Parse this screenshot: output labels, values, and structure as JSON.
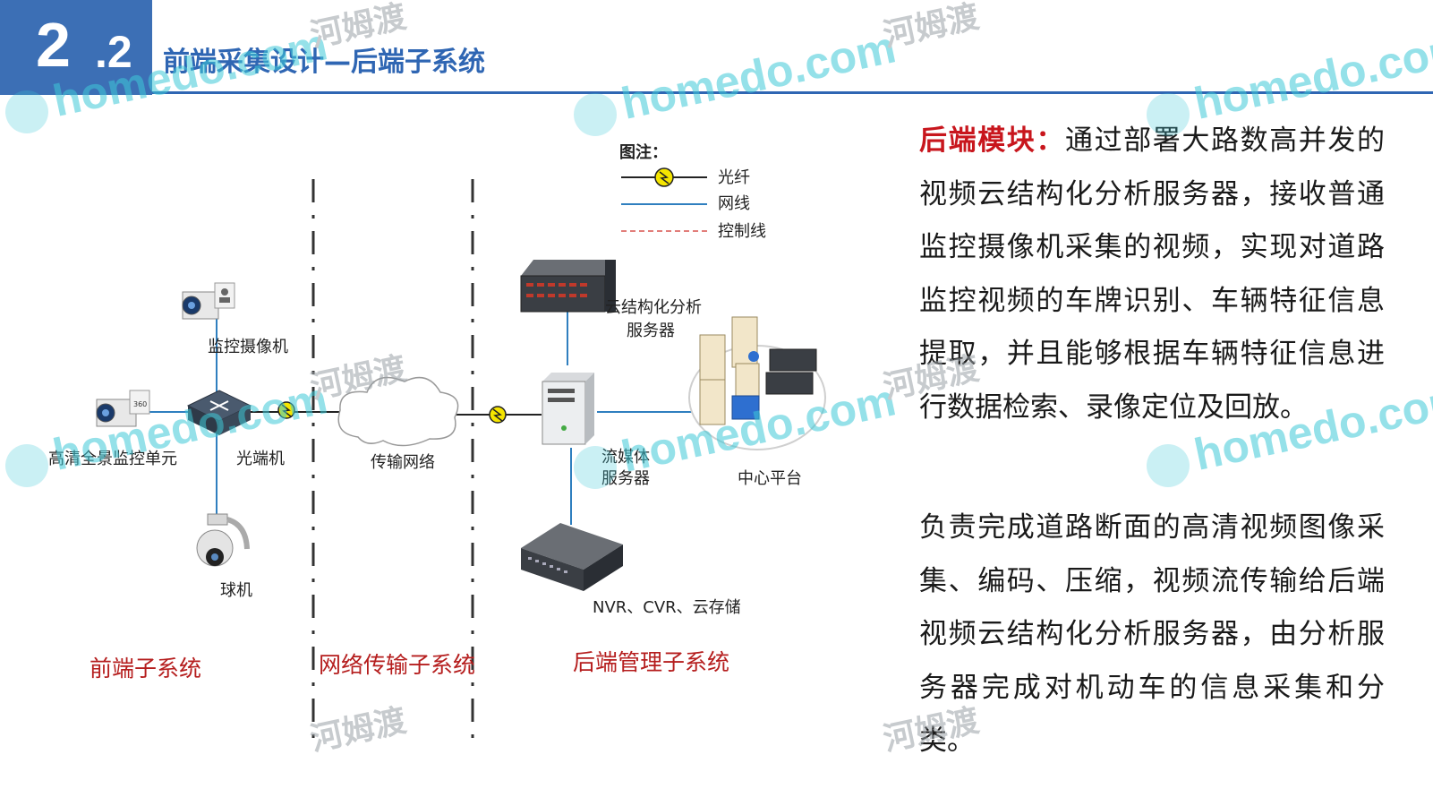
{
  "header": {
    "number_main": "2",
    "number_sub": ".2",
    "title": "前端采集设计—后端子系统"
  },
  "legend": {
    "title": "图注：",
    "fiber": "光纤",
    "network": "网线",
    "control": "控制线"
  },
  "nodes": {
    "monitor_camera": "监控摄像机",
    "hd_panorama": "高清全景监控单元",
    "optical_terminal": "光端机",
    "dome_camera": "球机",
    "transfer_network": "传输网络",
    "cloud_server_line1": "云结构化分析",
    "cloud_server_line2": "服务器",
    "media_server_line1": "流媒体",
    "media_server_line2": "服务器",
    "center_platform": "中心平台",
    "storage": "NVR、CVR、云存储",
    "badge_360": "360"
  },
  "subsystems": {
    "front": "前端子系统",
    "network": "网络传输子系统",
    "backend": "后端管理子系统"
  },
  "text": {
    "p1_highlight": "后端模块：",
    "p1_body": "通过部署大路数高并发的视频云结构化分析服务器，接收普通监控摄像机采集的视频，实现对道路监控视频的车牌识别、车辆特征信息提取，并且能够根据车辆特征信息进行数据检索、录像定位及回放。",
    "p2_body": "负责完成道路断面的高清视频图像采集、编码、压缩，视频流传输给后端视频云结构化分析服务器，由分析服务器完成对机动车的信息采集和分类。"
  },
  "watermark": {
    "domain": "homedo.com",
    "brand": "河姆渡"
  },
  "colors": {
    "header_blue": "#3c6fb5",
    "title_blue": "#2f66b3",
    "network_line": "#2f7fbf",
    "control_line": "#d9534f",
    "fiber_node": "#f5e500",
    "highlight_red": "#c8161d",
    "watermark_cyan": "#3fc8d8"
  }
}
